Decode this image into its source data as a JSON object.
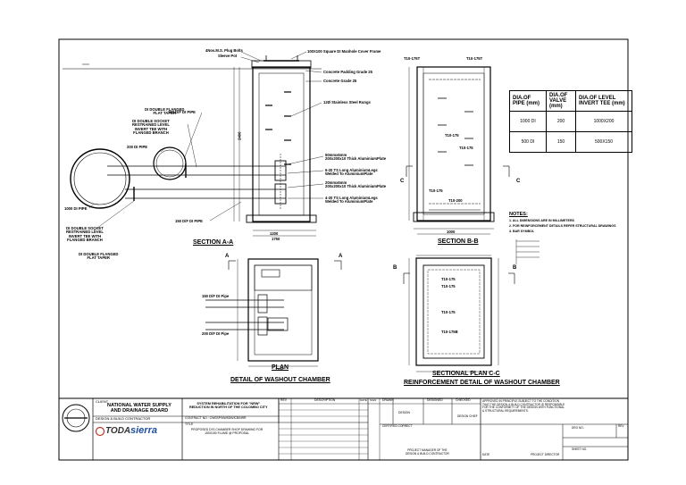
{
  "drawing": {
    "titles": {
      "section_aa": "SECTION A-A",
      "section_bb": "SECTION B-B",
      "plan": "PLAN",
      "detail": "DETAIL OF WASHOUT CHAMBER",
      "sectional_plan": "SECTIONAL PLAN C-C",
      "reinforcement": "REINFORCEMENT DETAIL OF WASHOUT CHAMBER"
    },
    "labels": {
      "hinge_plug": "4Nos.M.S. Plug Bolts",
      "sleeve_pot": "Sleeve Pot",
      "cover": "100X100 Square DI Manhole Cover Frame",
      "pudding": "Concrete Padding Grade 25",
      "grade": "Concrete Grade 25",
      "steps": "12Ø Stainless Steel Rungs",
      "di_pipe_150": "150 D/F DI PIPE",
      "flanged_taper_top": "DI DOUBLE FLANGED\nFLAT TAPER",
      "socket_tee_top": "DI DOUBLE SOCKET\nRESTRAINED LEVEL\nINVERT TEE WITH\nFLANGED BRANCH",
      "di_pipe_200": "200 DI PIPE",
      "di_pipe_1000": "1000 DI PIPE",
      "socket_tee_bottom": "DI DOUBLE SOCKET\nRESTRAINED LEVEL\nINVERT TEE WITH\nFLANGED BRANCH",
      "flanged_taper_bottom": "DI DOUBLE FLANGED\nFLAT TAPER",
      "di_pipe_150_bottom": "150 D/F DI PIPE",
      "anchor_1": "50mmx6mm\n200x200x10 Thick AluminiumPlate",
      "anchor_2": "6-20 TS Long AluminiumLegs\nWelded To AluminiumPlate",
      "anchor_3": "20mmx6mm\n200x200x10 Thick AluminiumPlate",
      "anchor_4": "4-20 TS Long AluminiumLegs\nWelded To AluminiumPlate",
      "plan_pipe_150": "150 D/F DI Pipe",
      "plan_pipe_200": "200 D/F DI Pipe",
      "bar_t1": "T10-175T",
      "bar_t2": "T10-175T",
      "bar_t3": "T10-175",
      "bar_t4": "T10-175",
      "bar_t5": "T10-175",
      "bar_t6": "T10-200",
      "bar_t7": "T10-175B",
      "sec_a": "A",
      "sec_b": "B",
      "sec_c": "C"
    },
    "dims": {
      "d1": "1200",
      "d2": "1750",
      "d3": "250",
      "d4": "2400",
      "d5": "1000"
    }
  },
  "spec_table": {
    "headers": [
      "DIA.OF PIPE (mm)",
      "DIA.OF VALVE (mm)",
      "DIA.OF LEVEL INVERT TEE (mm)"
    ],
    "rows": [
      [
        "1000 DI",
        "200",
        "1000X200"
      ],
      [
        "500 DI",
        "150",
        "500X150"
      ]
    ]
  },
  "notes": {
    "heading": "NOTES:",
    "items": [
      "1. ALL DIMENSIONS ARE IN MILLIMETERS",
      "2. FOR REINFORCEMENT DETAILS REFER STRUCTURAL DRAWINGS",
      "3. BAR SYMBOL"
    ]
  },
  "title_block": {
    "client_label": "CLIENT",
    "client": "NATIONAL WATER SUPPLY\nAND DRAINAGE BOARD",
    "contractor_label": "DESIGN & BUILD CONTRACTOR",
    "contractor_brand_1": "TODA",
    "contractor_brand_2": "sierra",
    "project": "SYSTEM REHABILITATION FOR \"NRW\"\nREDUCTION IN NORTH OF THE COLOMBO CITY",
    "contract_no": "CONTRACT NO : CWSSP/NWSDB/ICB/NRR",
    "drawing_title_label": "TITLE",
    "drawing_title": "PROPOSED DI'S CHAMBER SHOP DRAWING FOR\n150X150 FLUME @ PROPOSAL",
    "rev": "REV",
    "description": "DESCRIPTION",
    "date": "DATE",
    "sign": "SIGN",
    "drawn": "DRAWN",
    "designed": "DESIGNED",
    "checked": "CHECKED",
    "design": "DESIGN",
    "design_chief": "DESIGN CHIEF",
    "certified": "CERTIFIED CORRECT",
    "project_manager": "PROJECT MANAGER OF THE\nDESIGN & BUILD CONTRACTOR",
    "approval": "APPROVED IN PRINCIPLE SUBJECT TO THE CONDITION\nTHAT THE DESIGN & BUILD CONTRACTOR IS RESPONSIBLE\nFOR THE CONFORMITY OF THE DESIGN WITH FUNCTIONAL\n& STRUCTURAL REQUIREMENTS.",
    "date2": "DATE",
    "project_director": "PROJECT DIRECTOR",
    "drg_no": "DRG NO.",
    "rev2": "REV",
    "sheet_no": "SHEET NO."
  }
}
